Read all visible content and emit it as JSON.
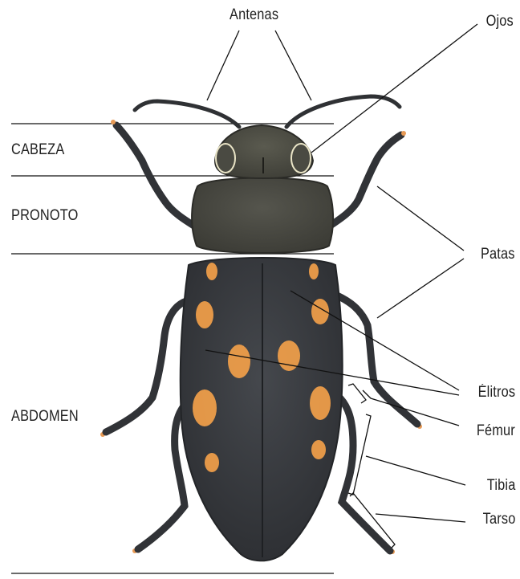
{
  "labels": {
    "antenas": "Antenas",
    "ojos": "Ojos",
    "cabeza": "CABEZA",
    "pronoto": "PRONOTO",
    "patas": "Patas",
    "elitros": "Élitros",
    "abdomen": "ABDOMEN",
    "femur": "Fémur",
    "tibia": "Tibia",
    "tarso": "Tarso"
  },
  "colors": {
    "body": "#3b3e42",
    "body_dark": "#26282b",
    "pronotum": "#4a4a44",
    "spots": "#f2a04a",
    "lines": "#111111"
  }
}
